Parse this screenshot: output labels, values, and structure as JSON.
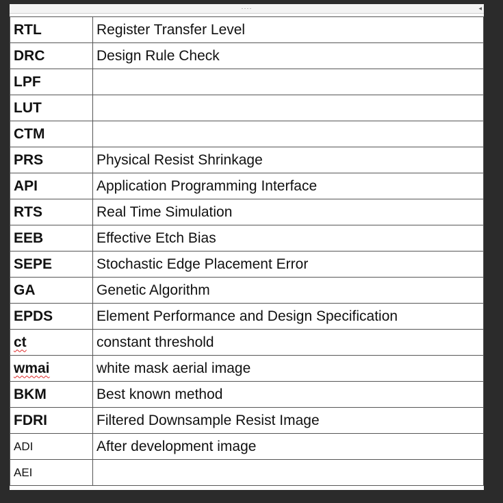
{
  "toolbar": {
    "grip": "····",
    "corner_arrow": "◂"
  },
  "table": {
    "rows": [
      {
        "abbr": "RTL",
        "definition": "Register Transfer Level"
      },
      {
        "abbr": "DRC",
        "definition": "Design Rule Check"
      },
      {
        "abbr": "LPF",
        "definition": ""
      },
      {
        "abbr": "LUT",
        "definition": ""
      },
      {
        "abbr": "CTM",
        "definition": ""
      },
      {
        "abbr": "PRS",
        "definition": "Physical Resist Shrinkage"
      },
      {
        "abbr": "API",
        "definition": "Application Programming Interface"
      },
      {
        "abbr": "RTS",
        "definition": "Real Time Simulation"
      },
      {
        "abbr": "EEB",
        "definition": "Effective Etch Bias"
      },
      {
        "abbr": "SEPE",
        "definition": "Stochastic Edge Placement Error"
      },
      {
        "abbr": "GA",
        "definition": "Genetic Algorithm"
      },
      {
        "abbr": "EPDS",
        "definition": "Element Performance and Design Specification"
      },
      {
        "abbr": "ct",
        "definition": "constant threshold"
      },
      {
        "abbr": "wmai",
        "definition": "white mask aerial image"
      },
      {
        "abbr": "BKM",
        "definition": "Best known method"
      },
      {
        "abbr": "FDRI",
        "definition": "Filtered Downsample Resist Image"
      },
      {
        "abbr": "ADI",
        "definition": "After development image"
      },
      {
        "abbr": "AEI",
        "definition": ""
      }
    ]
  }
}
